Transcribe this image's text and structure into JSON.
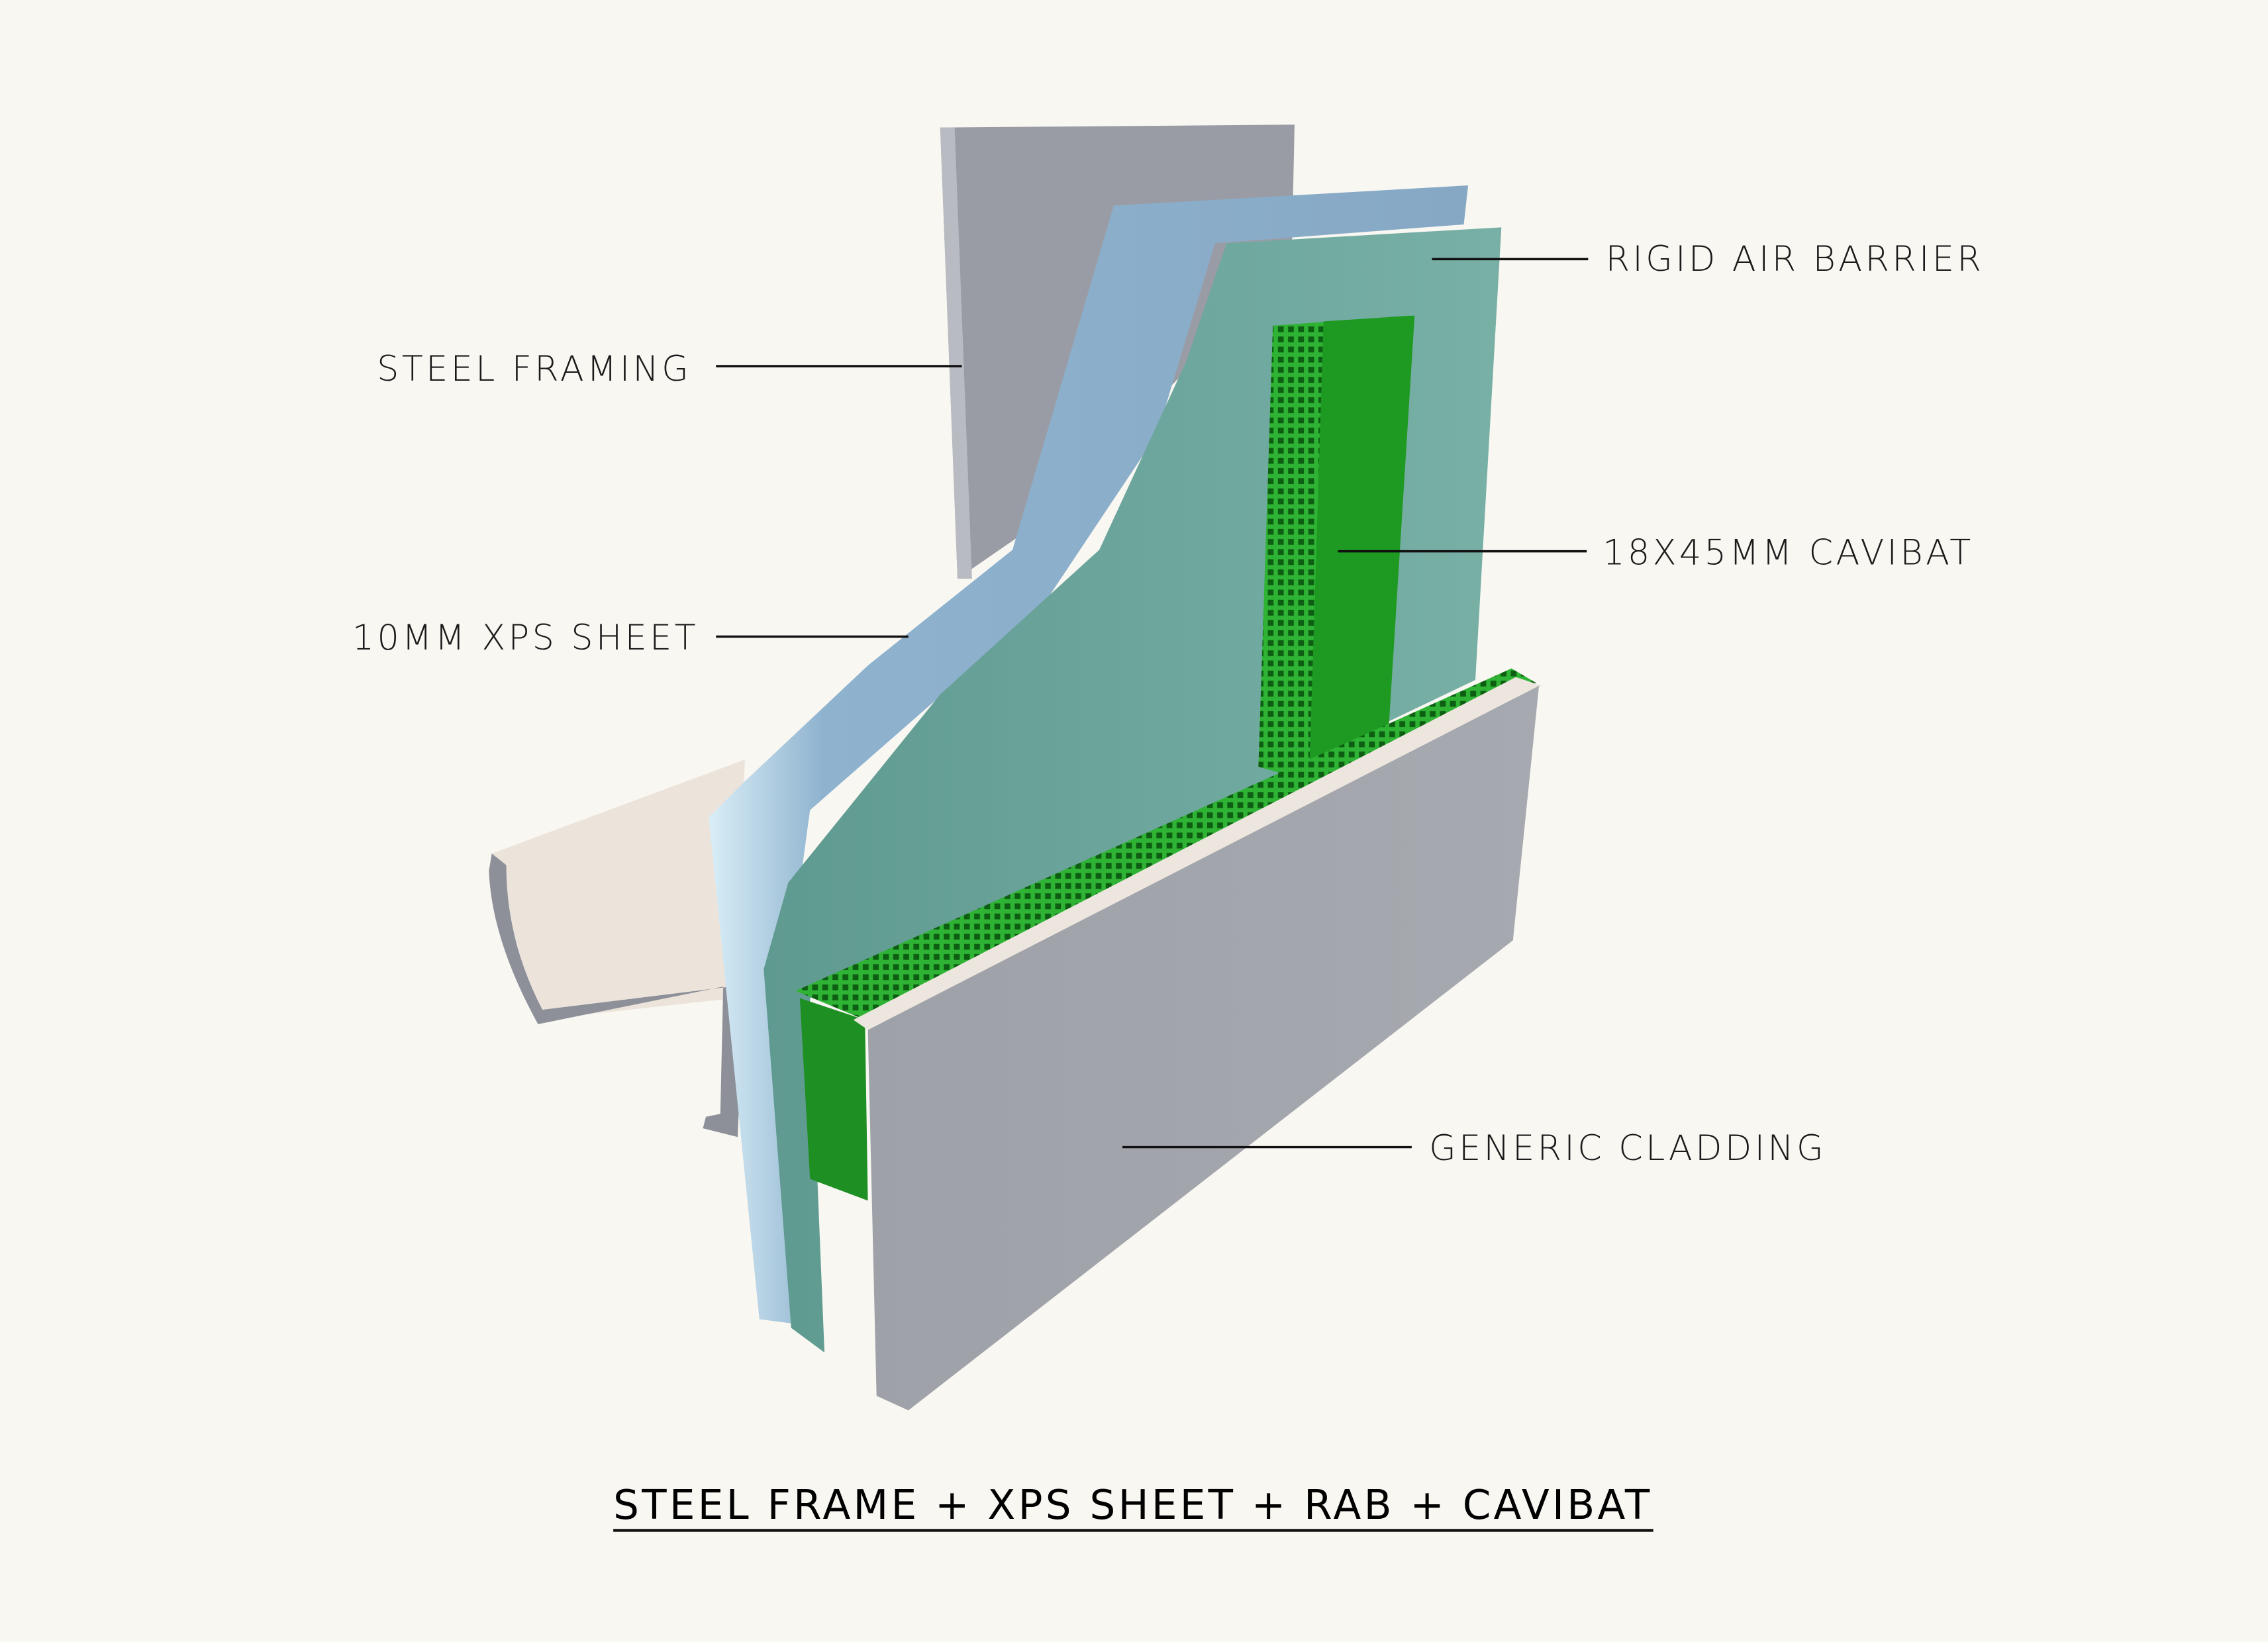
{
  "labels": {
    "steel_framing": "STEEL FRAMING",
    "xps_sheet": "10MM XPS SHEET",
    "rigid_air_barrier": "RIGID AIR BARRIER",
    "cavibat": "18X45MM CAVIBAT",
    "cladding": "GENERIC CLADDING"
  },
  "title": "STEEL FRAME + XPS SHEET + RAB + CAVIBAT",
  "colors": {
    "background": "#f9f7f2",
    "steel": "#9a9ca5",
    "xps": "#8fb3cf",
    "rab": "#6fa89e",
    "cavibat": "#1e9a22",
    "cladding": "#a3a5ac"
  }
}
